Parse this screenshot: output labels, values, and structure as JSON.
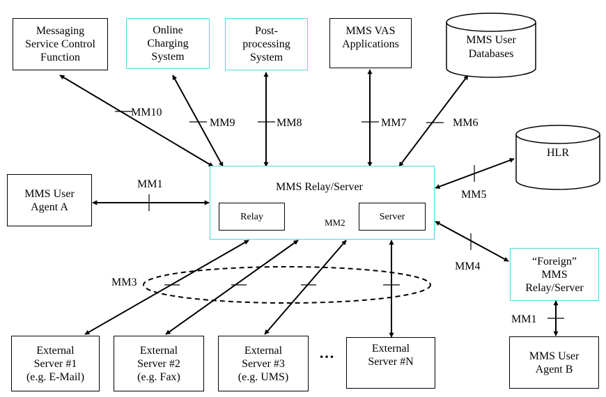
{
  "nodes": {
    "msg_service_control": "Messaging\nService Control\nFunction",
    "online_charging": "Online\nCharging\nSystem",
    "post_processing": "Post-\nprocessing\nSystem",
    "vas_applications": "MMS VAS\nApplications",
    "user_databases_l1": "MMS User",
    "user_databases_l2": "Databases",
    "hlr": "HLR",
    "agent_a": "MMS User\nAgent A",
    "relay_server": "MMS Relay/Server",
    "relay": "Relay",
    "server": "Server",
    "foreign_relay": "“Foreign”\nMMS\nRelay/Server",
    "agent_b": "MMS User\nAgent B",
    "ext_server_1": "External\nServer #1\n(e.g. E-Mail)",
    "ext_server_2": "External\nServer #2\n(e.g. Fax)",
    "ext_server_3": "External\nServer #3\n(e.g. UMS)",
    "ext_server_n": "External\nServer #N",
    "ellipsis": "…"
  },
  "interfaces": {
    "mm1_a": "MM1",
    "mm1_b": "MM1",
    "mm2": "MM2",
    "mm3": "MM3",
    "mm4": "MM4",
    "mm5": "MM5",
    "mm6": "MM6",
    "mm7": "MM7",
    "mm8": "MM8",
    "mm9": "MM9",
    "mm10": "MM10"
  },
  "colors": {
    "highlight_border": "#4fd5de",
    "line": "#000000"
  }
}
